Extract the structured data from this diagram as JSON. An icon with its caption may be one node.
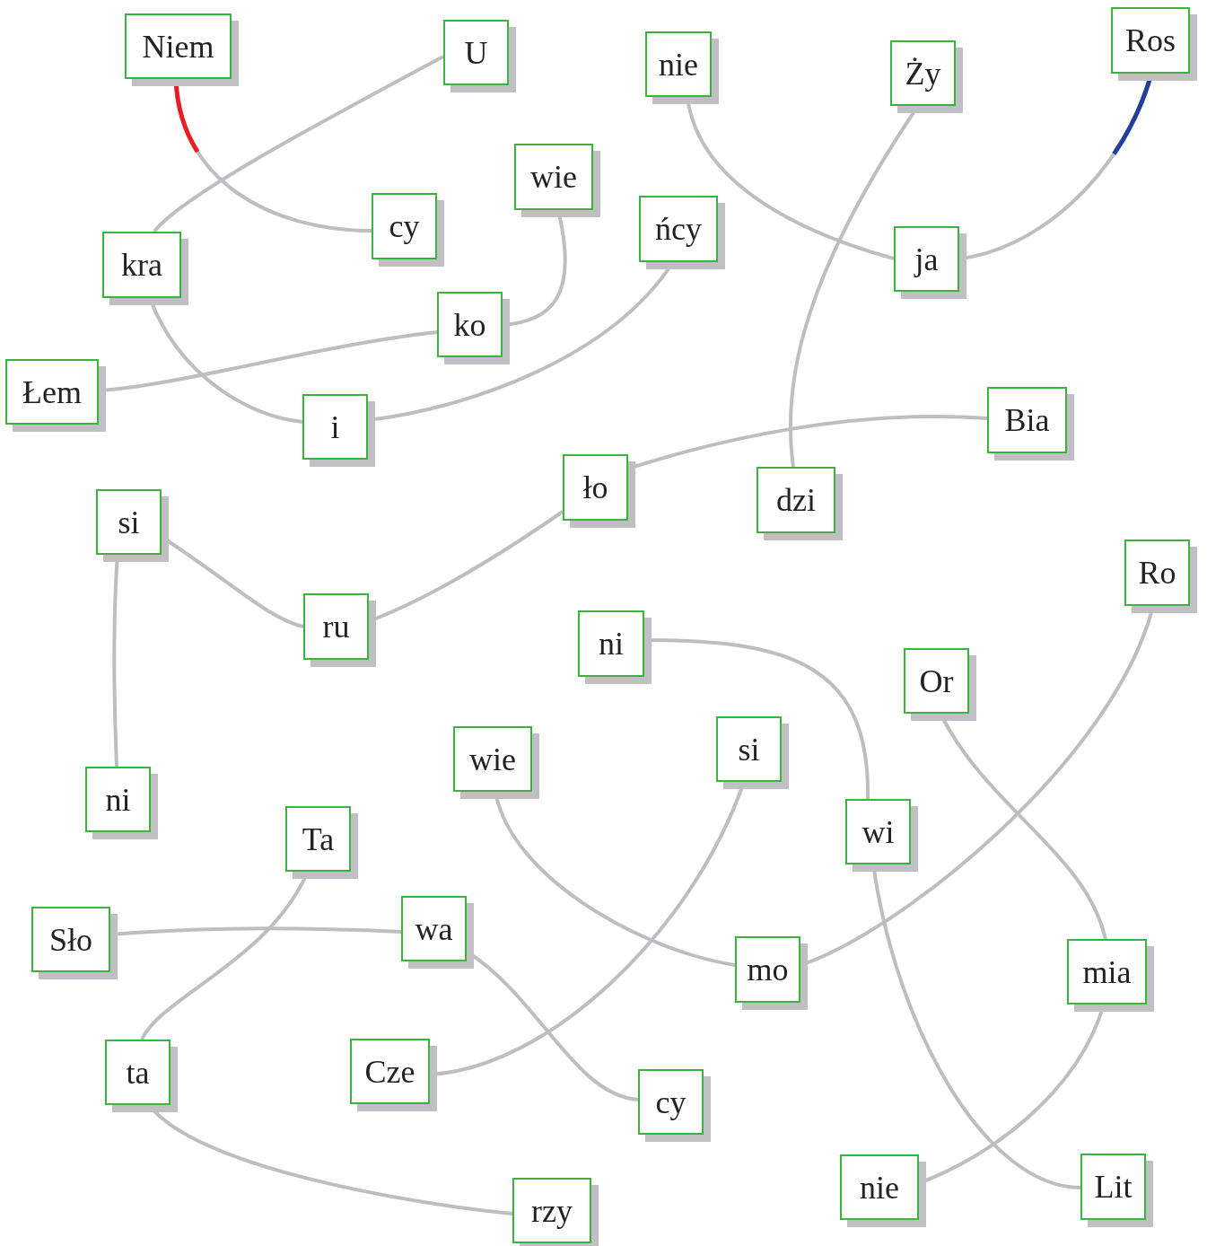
{
  "diagram": {
    "nodes": [
      {
        "text": [
          "Niem"
        ]
      },
      {
        "text": [
          "U"
        ]
      },
      {
        "text": [
          "nie"
        ]
      },
      {
        "text": [
          "Ży"
        ]
      },
      {
        "text": [
          "Ros"
        ]
      },
      {
        "text": [
          "cy"
        ]
      },
      {
        "text": [
          "wie"
        ]
      },
      {
        "text": [
          "ńcy"
        ]
      },
      {
        "text": [
          "kra"
        ]
      },
      {
        "text": [
          "ja"
        ]
      },
      {
        "text": [
          "ko"
        ]
      },
      {
        "text": [
          "Łem"
        ]
      },
      {
        "text": [
          "i"
        ]
      },
      {
        "text": [
          "Bia"
        ]
      },
      {
        "text": [
          "ło"
        ]
      },
      {
        "text": [
          "dzi"
        ]
      },
      {
        "text": [
          "si"
        ]
      },
      {
        "text": [
          "ru"
        ]
      },
      {
        "text": [
          "Ro"
        ]
      },
      {
        "text": [
          "ni"
        ]
      },
      {
        "text": [
          "Or"
        ]
      },
      {
        "text": [
          "wie"
        ]
      },
      {
        "text": [
          "si"
        ]
      },
      {
        "text": [
          "ni"
        ]
      },
      {
        "text": [
          "Ta"
        ]
      },
      {
        "text": [
          "wi"
        ]
      },
      {
        "text": [
          "Sło"
        ]
      },
      {
        "text": [
          "wa"
        ]
      },
      {
        "text": [
          "mo"
        ]
      },
      {
        "text": [
          "mia"
        ]
      },
      {
        "text": [
          "ta"
        ]
      },
      {
        "text": [
          "Cze"
        ]
      },
      {
        "text": [
          "cy"
        ]
      },
      {
        "text": [
          "nie"
        ]
      },
      {
        "text": [
          "Lit"
        ]
      },
      {
        "text": [
          "rzy"
        ]
      }
    ],
    "edges": [
      {
        "from": 0,
        "to": 5,
        "arrow": "none"
      },
      {
        "from": 1,
        "to": 8,
        "arrow": "none"
      },
      {
        "from": 2,
        "to": 9,
        "arrow": "none"
      },
      {
        "from": 4,
        "to": 9,
        "arrow": "none"
      },
      {
        "from": 3,
        "to": 15,
        "arrow": "none"
      },
      {
        "from": 6,
        "to": 10,
        "arrow": "none"
      },
      {
        "from": 10,
        "to": 11,
        "arrow": "none"
      },
      {
        "from": 8,
        "to": 12,
        "arrow": "none"
      },
      {
        "from": 7,
        "to": 12,
        "arrow": "none"
      },
      {
        "from": 13,
        "to": 14,
        "arrow": "none"
      },
      {
        "from": 14,
        "to": 17,
        "arrow": "none"
      },
      {
        "from": 16,
        "to": 17,
        "arrow": "none"
      },
      {
        "from": 16,
        "to": 23,
        "arrow": "none"
      },
      {
        "from": 19,
        "to": 25,
        "arrow": "none"
      },
      {
        "from": 25,
        "to": 34,
        "arrow": "none"
      },
      {
        "from": 18,
        "to": 28,
        "arrow": "none"
      },
      {
        "from": 21,
        "to": 28,
        "arrow": "none"
      },
      {
        "from": 20,
        "to": 29,
        "arrow": "none"
      },
      {
        "from": 29,
        "to": 33,
        "arrow": "none"
      },
      {
        "from": 22,
        "to": 31,
        "arrow": "none"
      },
      {
        "from": 24,
        "to": 30,
        "arrow": "none"
      },
      {
        "from": 26,
        "to": 27,
        "arrow": "none"
      },
      {
        "from": 27,
        "to": 32,
        "arrow": "none"
      },
      {
        "from": 30,
        "to": 35,
        "arrow": "none"
      }
    ]
  }
}
